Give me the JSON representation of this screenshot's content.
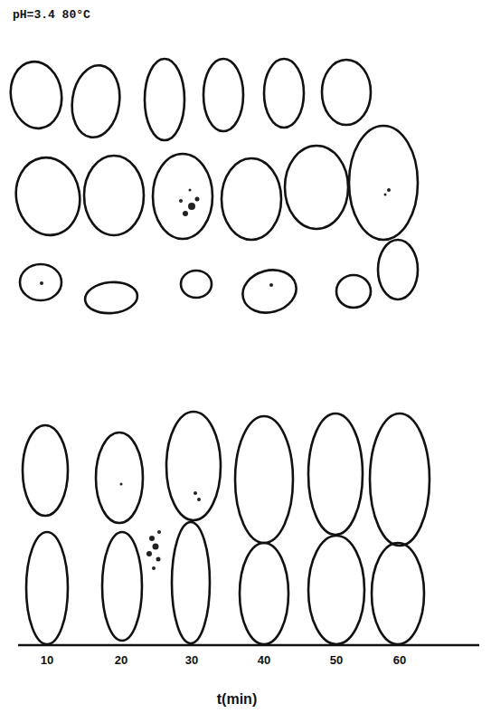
{
  "diagram": {
    "title": "pH=3.4 80°C",
    "labels": [
      "10",
      "20",
      "30",
      "40",
      "50",
      "60",
      "t(min)"
    ]
  }
}
